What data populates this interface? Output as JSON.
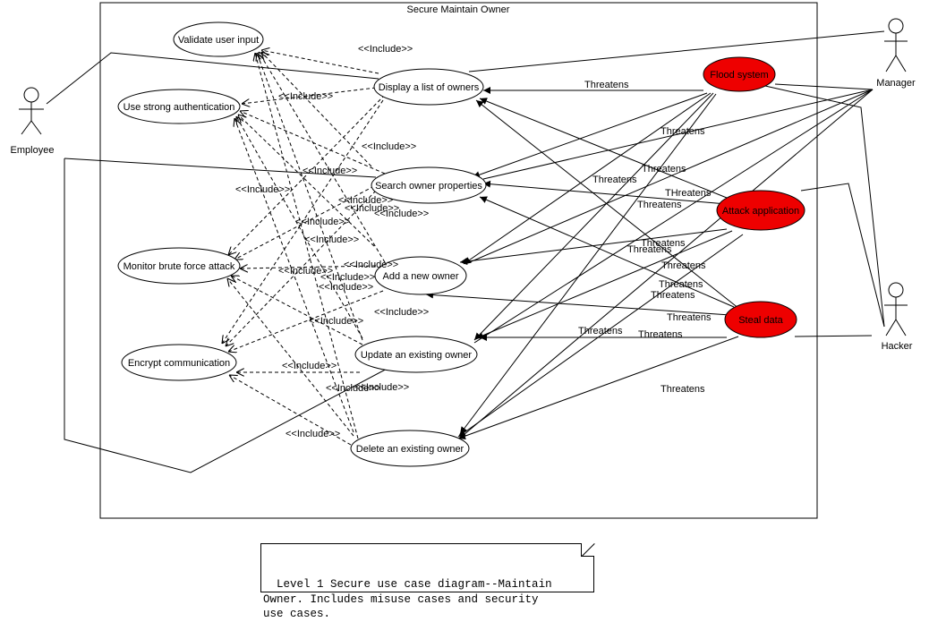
{
  "system": {
    "title": "Secure Maintain Owner"
  },
  "actors": {
    "employee": "Employee",
    "manager": "Manager",
    "hacker": "Hacker"
  },
  "use_cases": {
    "display": "Display a list of owners",
    "search": "Search owner properties",
    "add": "Add a new owner",
    "update": "Update an existing owner",
    "delete": "Delete an existing owner"
  },
  "security_use_cases": {
    "validate": "Validate user input",
    "auth": "Use strong authentication",
    "monitor": "Monitor brute force attack",
    "encrypt": "Encrypt communication"
  },
  "misuse_cases": {
    "flood": "Flood system",
    "attack": "Attack application",
    "steal": "Steal data"
  },
  "colors": {
    "misuse_fill": "#ee0000",
    "line": "#000000",
    "background": "#ffffff"
  },
  "include_labels": [
    "<<Include>>",
    "<<Include>>",
    "<<Include>>",
    "<<Include>>",
    "<<Include>>",
    "<<Include>>",
    "<<Include>>",
    "<<Include>>",
    "<<Include>>",
    "<<Include>>",
    "<<Include>>",
    "<<Include>>",
    "<<Include>>",
    "<<Include>>",
    "<<Include>>",
    "<<Include>>",
    "<<Include>>",
    "<<Include>>",
    "<<Include>>",
    "<<Include>>"
  ],
  "threatens_labels": [
    "Threatens",
    "Threatens",
    "Threatens",
    "Threatens",
    "THreatens",
    "Threatens",
    "Threatens",
    "Threatens",
    "Threatens",
    "Threatens",
    "Threatens",
    "Threatens",
    "Threatens",
    "Threatens",
    "Threatens"
  ],
  "note": {
    "text": "Level 1 Secure use case diagram--Maintain\nOwner. Includes misuse cases and security\nuse cases."
  }
}
